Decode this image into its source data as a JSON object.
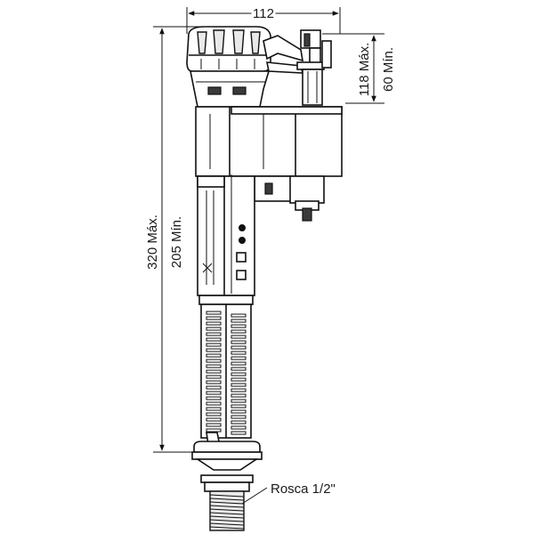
{
  "dimensions": {
    "width_label": "112",
    "float_height_max": "118 Máx.",
    "float_height_min": "60 Mín.",
    "total_height_max": "320 Máx.",
    "total_height_min": "205 Mín."
  },
  "annotations": {
    "thread_label": "Rosca 1/2\""
  },
  "colors": {
    "line": "#111111",
    "shade": "#e9e9e9",
    "background": "#ffffff"
  }
}
